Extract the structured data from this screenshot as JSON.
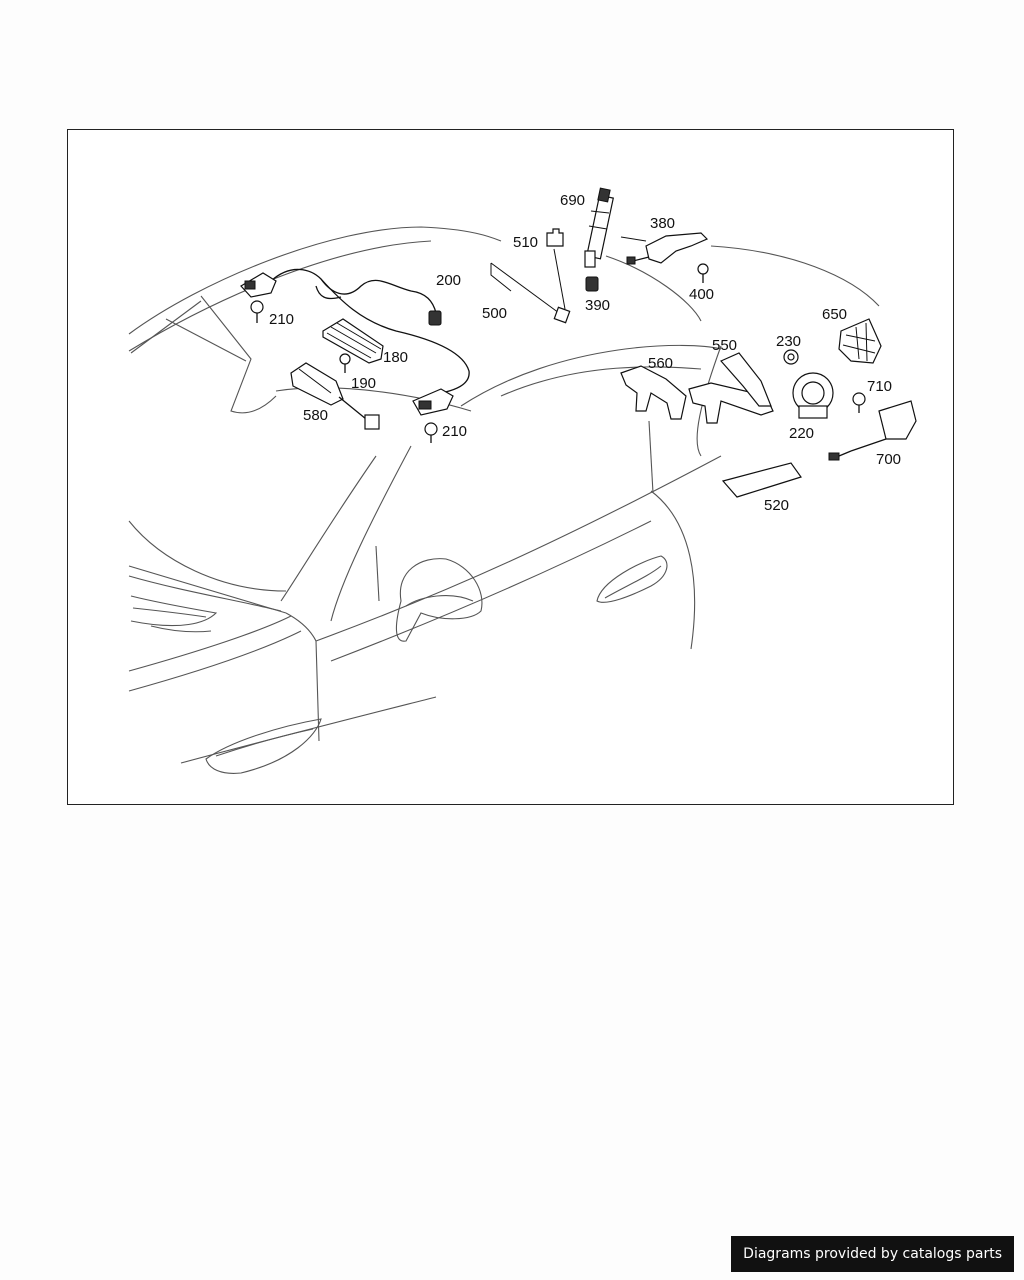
{
  "diagram": {
    "callouts": [
      {
        "id": "690",
        "label": "690"
      },
      {
        "id": "380",
        "label": "380"
      },
      {
        "id": "510",
        "label": "510"
      },
      {
        "id": "200",
        "label": "200"
      },
      {
        "id": "210a",
        "label": "210"
      },
      {
        "id": "180",
        "label": "180"
      },
      {
        "id": "190",
        "label": "190"
      },
      {
        "id": "580",
        "label": "580"
      },
      {
        "id": "210b",
        "label": "210"
      },
      {
        "id": "500",
        "label": "500"
      },
      {
        "id": "390",
        "label": "390"
      },
      {
        "id": "400",
        "label": "400"
      },
      {
        "id": "650",
        "label": "650"
      },
      {
        "id": "550",
        "label": "550"
      },
      {
        "id": "230",
        "label": "230"
      },
      {
        "id": "560",
        "label": "560"
      },
      {
        "id": "710",
        "label": "710"
      },
      {
        "id": "220",
        "label": "220"
      },
      {
        "id": "700",
        "label": "700"
      },
      {
        "id": "520",
        "label": "520"
      }
    ]
  },
  "footer": {
    "credit": "Diagrams provided by catalogs parts"
  }
}
